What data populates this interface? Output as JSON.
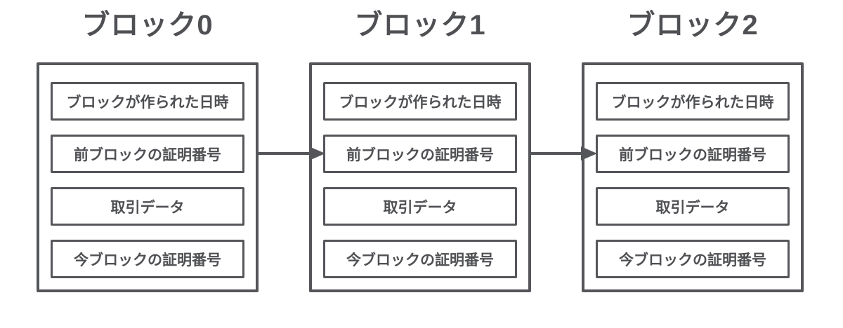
{
  "diagram": {
    "type": "blockchain-structure",
    "blocks": [
      {
        "title": "ブロック0",
        "fields": [
          "ブロックが作られた日時",
          "前ブロックの証明番号",
          "取引データ",
          "今ブロックの証明番号"
        ]
      },
      {
        "title": "ブロック1",
        "fields": [
          "ブロックが作られた日時",
          "前ブロックの証明番号",
          "取引データ",
          "今ブロックの証明番号"
        ]
      },
      {
        "title": "ブロック2",
        "fields": [
          "ブロックが作られた日時",
          "前ブロックの証明番号",
          "取引データ",
          "今ブロックの証明番号"
        ]
      }
    ],
    "arrows": [
      {
        "from": "ブロック0",
        "to": "ブロック1"
      },
      {
        "from": "ブロック1",
        "to": "ブロック2"
      }
    ],
    "colors": {
      "stroke": "#55565a",
      "text": "#4f5053",
      "background": "#ffffff"
    }
  }
}
